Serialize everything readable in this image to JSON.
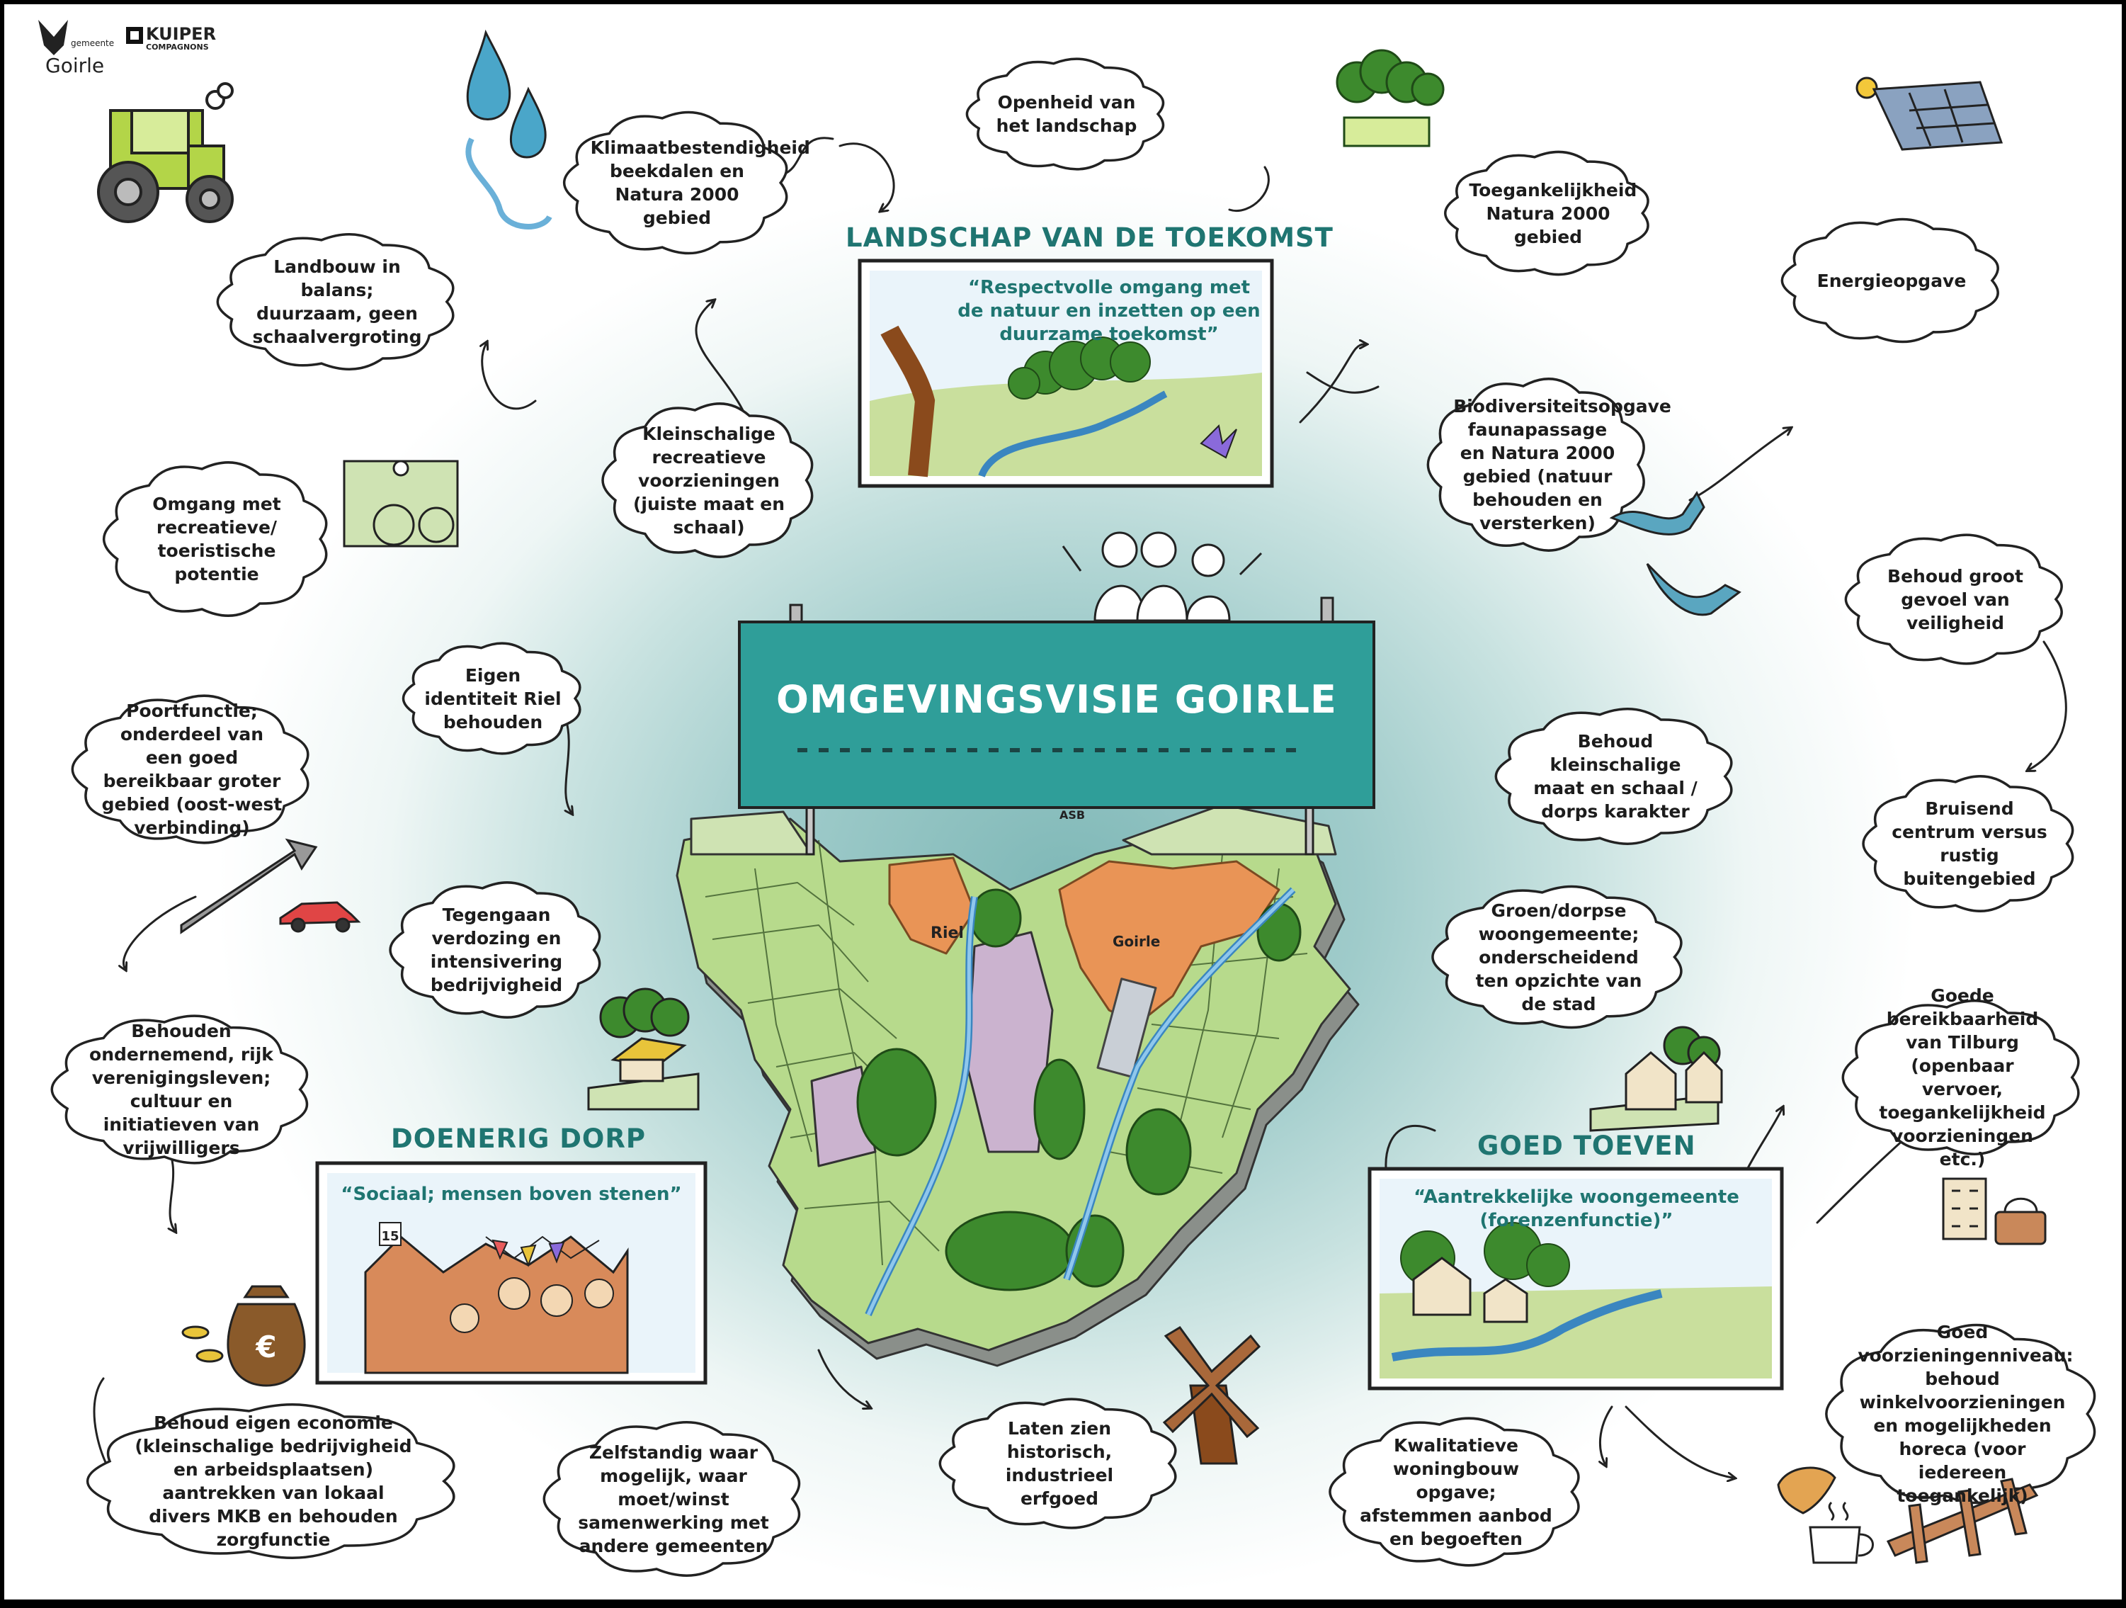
{
  "logos": {
    "gemeente_small": "gemeente",
    "gemeente_name": "Goirle",
    "kuiper_line1": "KUIPER",
    "kuiper_line2": "COMPAGNONS"
  },
  "main_sign": {
    "title": "OMGEVINGSVISIE GOIRLE"
  },
  "sections": {
    "landschap": {
      "title": "LANDSCHAP VAN DE TOEKOMST",
      "quote": "“Respectvolle omgang met de natuur en inzetten op een duurzame toekomst”"
    },
    "doenerig": {
      "title": "DOENERIG DORP",
      "quote": "“Sociaal; mensen boven stenen”"
    },
    "goed_toeven": {
      "title": "GOED TOEVEN",
      "quote": "“Aantrekkelijke woongemeente (forenzenfunctie)”"
    }
  },
  "map_labels": {
    "riel": "Riel",
    "goirle": "Goirle",
    "asb": "ASB",
    "calendar_day": "15"
  },
  "clouds": [
    {
      "id": "klimaat",
      "text": "Klimaatbestendigheid beekdalen en Natura 2000 gebied"
    },
    {
      "id": "openheid",
      "text": "Openheid van het landschap"
    },
    {
      "id": "toegankelijkheid",
      "text": "Toegankelijkheid Natura 2000 gebied"
    },
    {
      "id": "energie",
      "text": "Energieopgave"
    },
    {
      "id": "landbouw",
      "text": "Landbouw in balans; duurzaam, geen schaalvergroting"
    },
    {
      "id": "kleinschalige-recreatie",
      "text": "Kleinschalige recreatieve voorzieningen (juiste maat en schaal)"
    },
    {
      "id": "biodiversiteit",
      "text": "Biodiversiteitsopgave faunapassage en Natura 2000 gebied (natuur behouden en versterken)"
    },
    {
      "id": "recreatie-potentie",
      "text": "Omgang met recreatieve/ toeristische potentie"
    },
    {
      "id": "veiligheid",
      "text": "Behoud groot gevoel van veiligheid"
    },
    {
      "id": "riel-identiteit",
      "text": "Eigen identiteit Riel behouden"
    },
    {
      "id": "poortfunctie",
      "text": "Poortfunctie; onderdeel van een goed bereikbaar groter gebied (oost-west verbinding)"
    },
    {
      "id": "dorps-karakter",
      "text": "Behoud kleinschalige maat en schaal / dorps karakter"
    },
    {
      "id": "bruisend",
      "text": "Bruisend centrum versus rustig buitengebied"
    },
    {
      "id": "verdozing",
      "text": "Tegengaan verdozing en intensivering bedrijvigheid"
    },
    {
      "id": "groen-wonen",
      "text": "Groen/dorpse woongemeente; onderscheidend ten opzichte van de stad"
    },
    {
      "id": "verenigingsleven",
      "text": "Behouden ondernemend, rijk verenigingsleven; cultuur en initiatieven van vrijwilligers"
    },
    {
      "id": "bereikbaarheid",
      "text": "Goede bereikbaarheid van Tilburg (openbaar vervoer, toegankelijkheid voorzieningen etc.)"
    },
    {
      "id": "voorzieningenniveau",
      "text": "Goed voorzieningenniveau: behoud winkelvoorzieningen en mogelijkheden horeca (voor iedereen toegankelijk)"
    },
    {
      "id": "economie",
      "text": "Behoud eigen economie (kleinschalige bedrijvigheid en arbeidsplaatsen) aantrekken van lokaal divers MKB en behouden zorgfunctie"
    },
    {
      "id": "zelfstandig",
      "text": "Zelfstandig waar mogelijk, waar moet/winst samenwerking met andere gemeenten"
    },
    {
      "id": "erfgoed",
      "text": "Laten zien historisch, industrieel erfgoed"
    },
    {
      "id": "woningbouw",
      "text": "Kwalitatieve woningbouw opgave; afstemmen aanbod en begoeften"
    }
  ],
  "colors": {
    "teal_sign": "#2f9e99",
    "teal_text": "#1f7571",
    "field_green": "#b5d98a",
    "forest_green": "#3f8a2f",
    "village_orange": "#e8925a",
    "heath_purple": "#c8b2cc",
    "river_blue": "#5aa6d6"
  },
  "icons": [
    "tractor-icon",
    "water-drop-icon",
    "trees-icon",
    "solar-panel-icon",
    "cyclist-icon",
    "bird-icon",
    "butterfly-icon",
    "car-icon",
    "road-arrow-icon",
    "farm-house-icon",
    "houses-icon",
    "apartment-icon",
    "bag-icon",
    "money-bag-icon",
    "windmill-icon",
    "croissant-icon",
    "coffee-cup-icon",
    "street-map-icon",
    "people-icon"
  ]
}
